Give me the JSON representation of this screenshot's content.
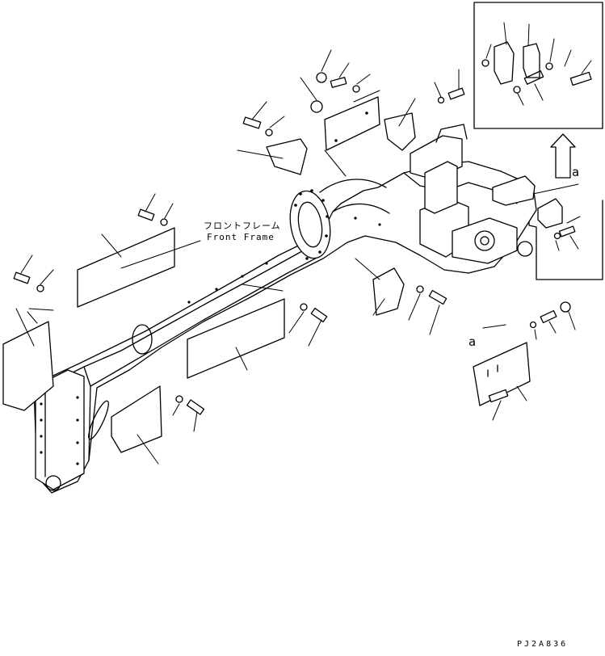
{
  "labels": {
    "frame_jp": "フロントフレーム",
    "frame_en": "Front Frame",
    "ref_a_top": "a",
    "ref_a_bottom": "a",
    "drawing_id": "PJ2A836"
  }
}
